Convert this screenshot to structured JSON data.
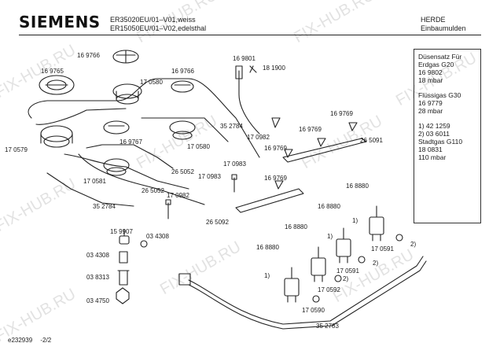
{
  "header": {
    "brand": "SIEMENS",
    "model_line1": "ER35020EU/01–V01,weiss",
    "model_line2": "ER15050EU/01–V02,edelsthal",
    "category_line1": "HERDE",
    "category_line2": "Einbaumulden"
  },
  "legend": {
    "title": "Düsensatz Für",
    "items": [
      "Erdgas G20",
      "16 9802",
      "18 mbar",
      "",
      "Flüssigas G30",
      "16 9779",
      "28 mbar",
      "",
      "1)  42 1259",
      "2)  03 6011",
      "Stadtgas G110",
      "18 0831",
      "110 mbar"
    ]
  },
  "part_labels": [
    "16 9766",
    "16 9765",
    "17 0580",
    "16 9766",
    "16 9801",
    "18 1900",
    "16 9769",
    "17 0579",
    "16 9767",
    "35 2784",
    "17 0580",
    "17 0982",
    "16 9769",
    "26 5091",
    "16 9769",
    "17 0581",
    "26 5052",
    "26 5052",
    "17 0983",
    "17 0983",
    "16 9769",
    "17 0982",
    "35 2784",
    "26 5092",
    "16 8880",
    "16 8880",
    "15 9907",
    "03 4308",
    "16 8880",
    "1)",
    "1)",
    "03 4308",
    "16 8880",
    "17 0591",
    "2)",
    "2)",
    "03 8313",
    "1)",
    "17 0591",
    "17 0592",
    "2)",
    "03 4750",
    "17 0590",
    "35 2783"
  ],
  "watermark": "FIX-HUB.RU",
  "footer": {
    "code": "e232939",
    "page": "-2/2"
  }
}
